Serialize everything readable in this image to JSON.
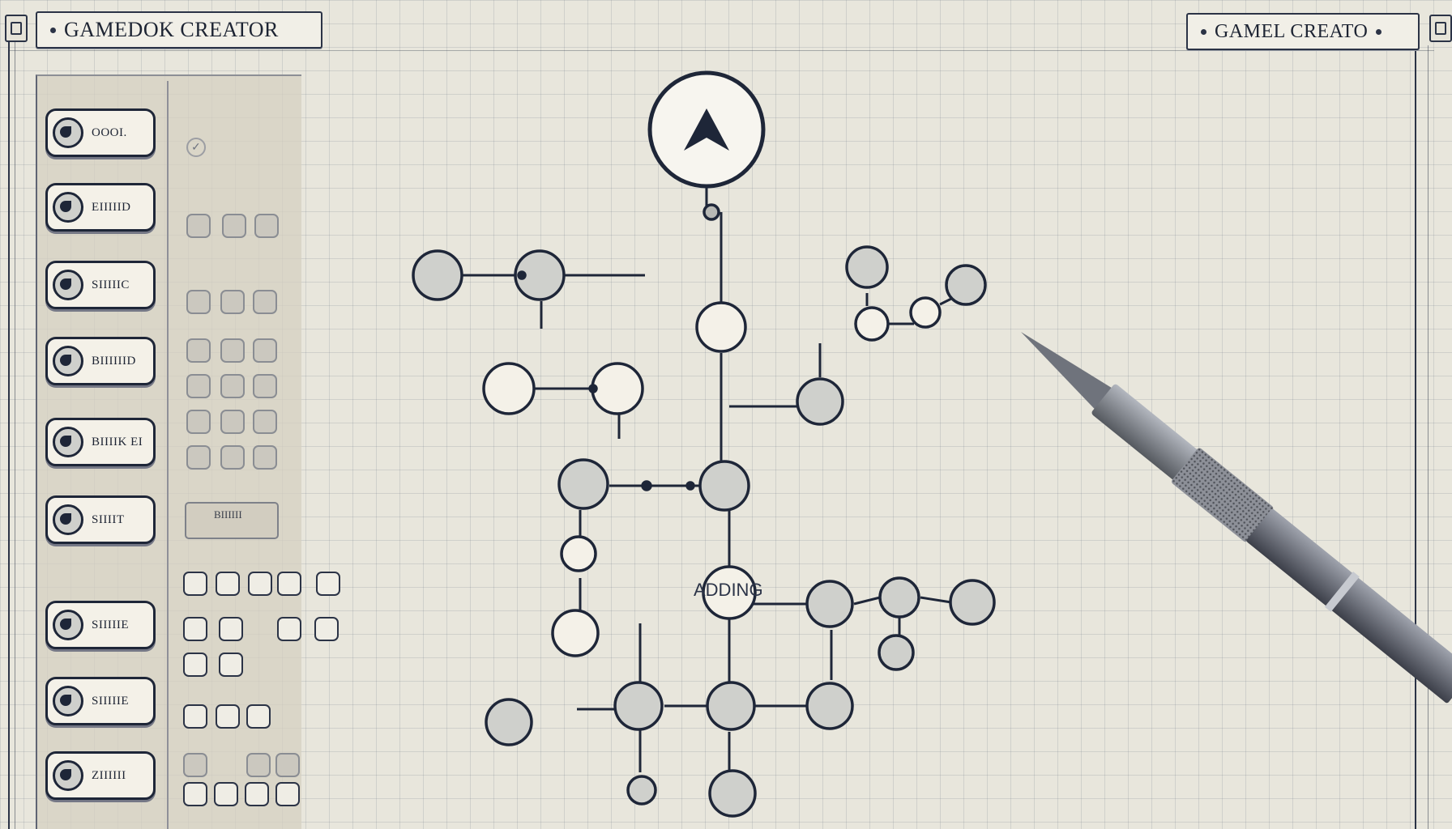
{
  "header": {
    "left_title": "GAMEDOK CREATOR",
    "right_title": "GAMEL CREATO"
  },
  "sidebar": {
    "nav_items": [
      {
        "label": "OOOI.",
        "icon": "bird-icon"
      },
      {
        "label": "EIIIIID",
        "icon": "bird-icon"
      },
      {
        "label": "SIIIIIC",
        "icon": "bird-icon"
      },
      {
        "label": "BIIIIIID",
        "icon": "bird-icon"
      },
      {
        "label": "BIIIIK EI",
        "icon": "bird-icon"
      },
      {
        "label": "SIIIIT",
        "icon": "bird-icon"
      },
      {
        "label": "SIIIIIE",
        "icon": "bird-icon"
      },
      {
        "label": "SIIIIIE",
        "icon": "bird-icon"
      },
      {
        "label": "ZIIIIII",
        "icon": "bird-icon"
      }
    ],
    "palette_wide_label": "BIIIIII"
  },
  "canvas": {
    "root_node_icon": "up-arrow-icon",
    "adding_label": "ADDING"
  },
  "colors": {
    "background": "#e8e6dc",
    "ink": "#1e2638",
    "node_fill": "#cfd0cc",
    "node_light": "#f4f1e8"
  }
}
